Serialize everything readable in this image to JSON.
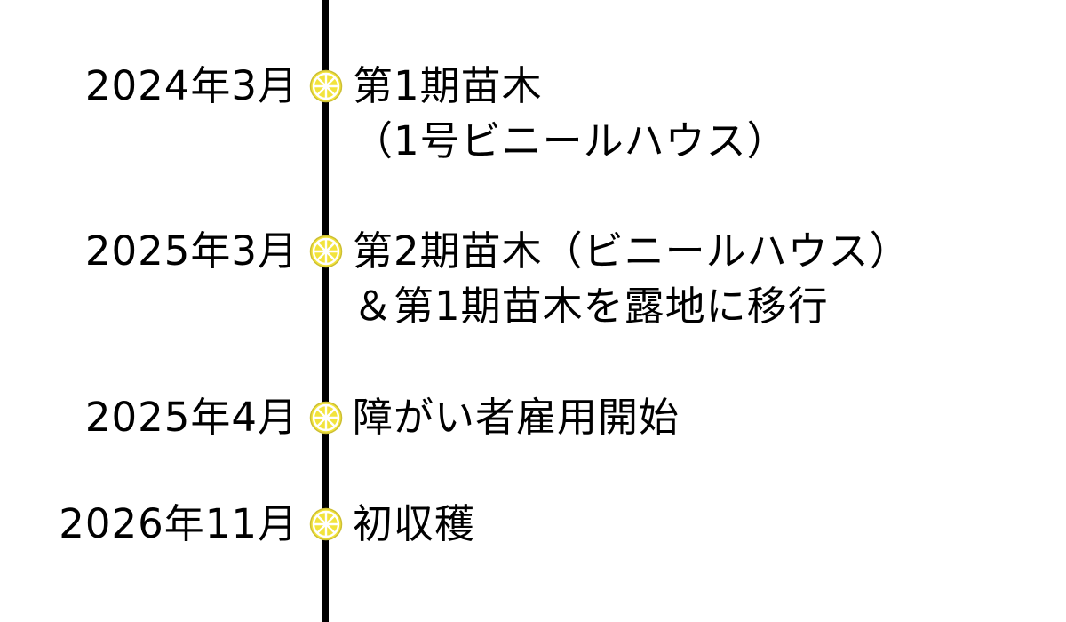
{
  "timeline": {
    "title": "",
    "items": [
      {
        "date": "2024年3月",
        "lines": [
          "第1期苗木",
          "（1号ビニールハウス）"
        ]
      },
      {
        "date": "2025年3月",
        "lines": [
          "第2期苗木（ビニールハウス）",
          "＆第1期苗木を露地に移行"
        ]
      },
      {
        "date": "2025年4月",
        "lines": [
          "障がい者雇用開始"
        ]
      },
      {
        "date": "2026年11月",
        "lines": [
          "初収穫"
        ]
      }
    ],
    "colors": {
      "line": "#000000",
      "text": "#000000",
      "marker_fill": "#f2e33c",
      "marker_edge": "#cdbf33",
      "marker_spokes": "#ffffff",
      "background": "#ffffff"
    },
    "marker_icon": "lemon-slice"
  }
}
